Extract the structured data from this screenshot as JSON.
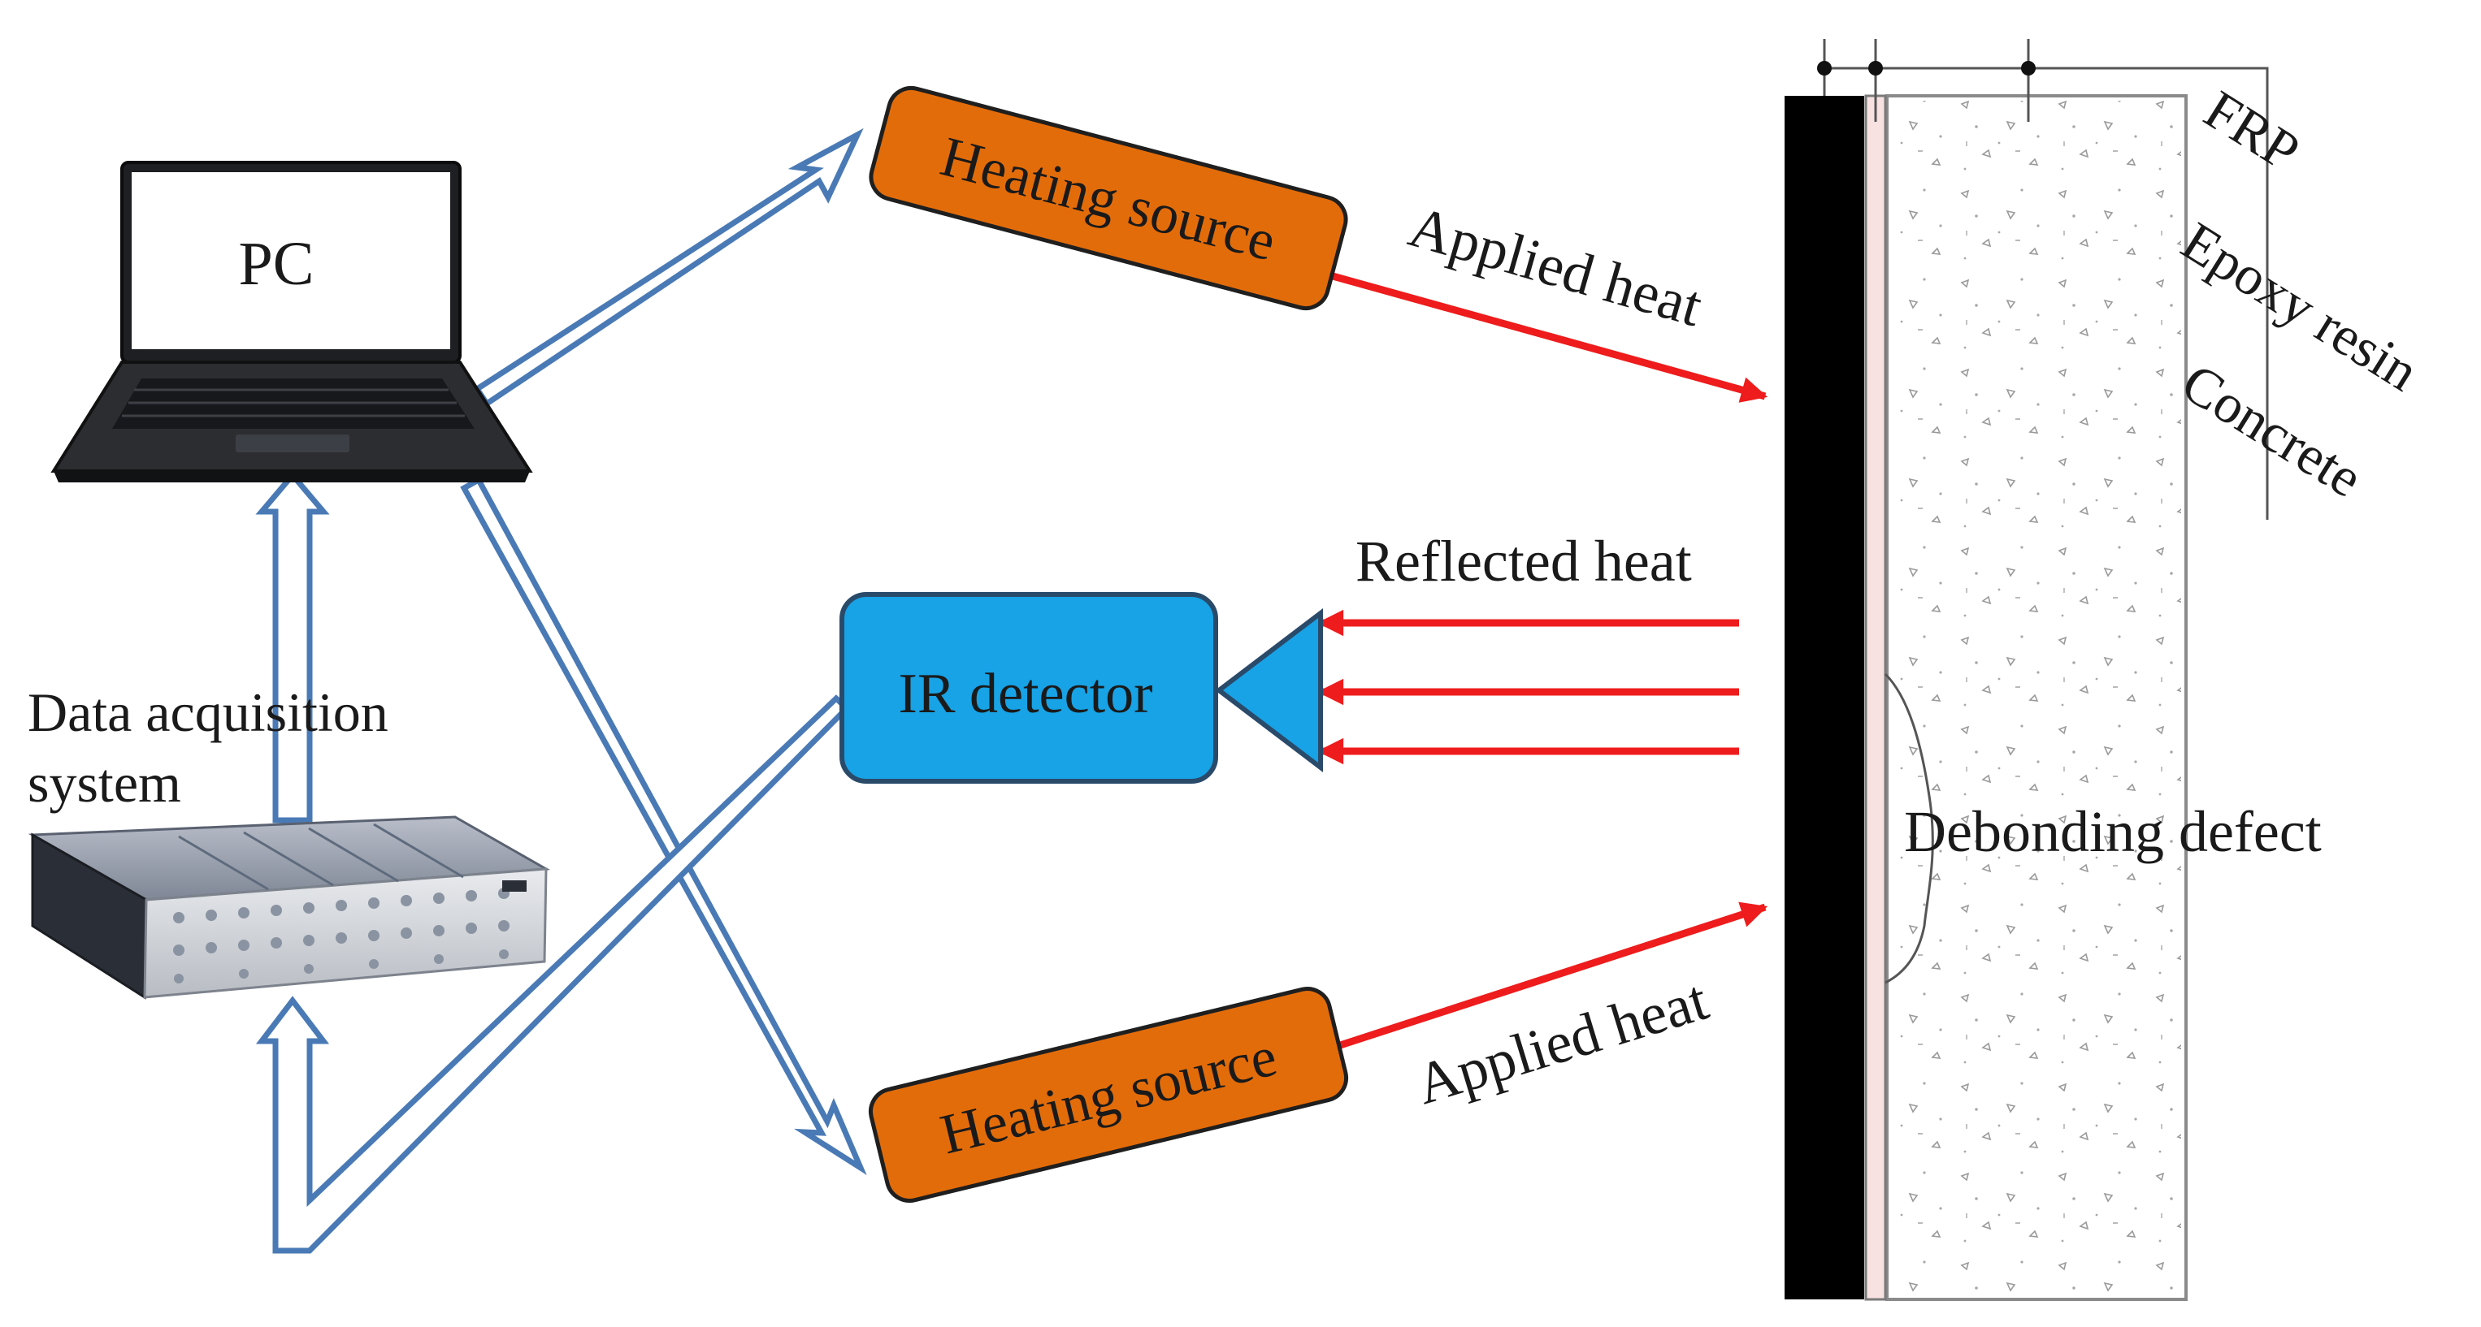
{
  "labels": {
    "pc": "PC",
    "daq_line1": "Data acquisition",
    "daq_line2": "system",
    "heating_top": "Heating source",
    "heating_bottom": "Heating source",
    "ir_detector": "IR detector",
    "applied_heat_top": "Applied heat",
    "applied_heat_bottom": "Applied heat",
    "reflected_heat": "Reflected heat",
    "frp": "FRP",
    "epoxy": "Epoxy resin",
    "concrete": "Concrete",
    "debonding": "Debonding defect"
  },
  "colors": {
    "heating_fill": "#e36c0a",
    "detector_fill": "#17a3e6",
    "heat_arrow": "#ee1c1c",
    "signal_arrow": "#4a7ab5",
    "frp": "#000000",
    "epoxy": "#f7e1e1"
  }
}
